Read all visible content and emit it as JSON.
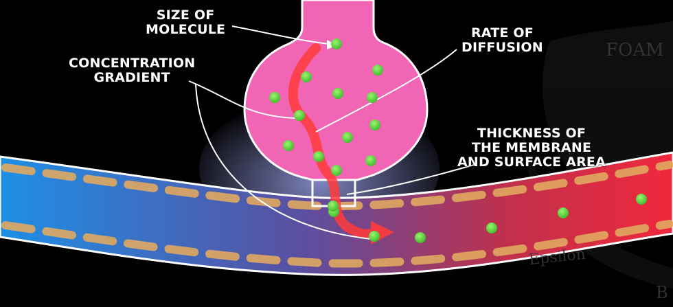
{
  "labels": {
    "size_of_molecule": [
      "SIZE OF",
      "MOLECULE"
    ],
    "rate_of_diffusion": [
      "RATE OF",
      "DIFFUSION"
    ],
    "concentration_gradient": [
      "CONCENTRATION",
      "GRADIENT"
    ],
    "thickness_membrane": [
      "THICKNESS OF",
      "THE MEMBRANE",
      "AND SURFACE AREA"
    ]
  },
  "watermark": {
    "top": "FOAM",
    "middle": "Epsilon",
    "bottom": "B"
  },
  "colors": {
    "alveolus": "#f066b4",
    "molecule": "#6ee04a",
    "vessel_left": "#1e8fe6",
    "vessel_right": "#f0283c",
    "lipid_dash": "#e0a860",
    "arrow": "#ff3b3b"
  },
  "molecules": {
    "in_alveolus": 14,
    "in_vessel": 6
  }
}
